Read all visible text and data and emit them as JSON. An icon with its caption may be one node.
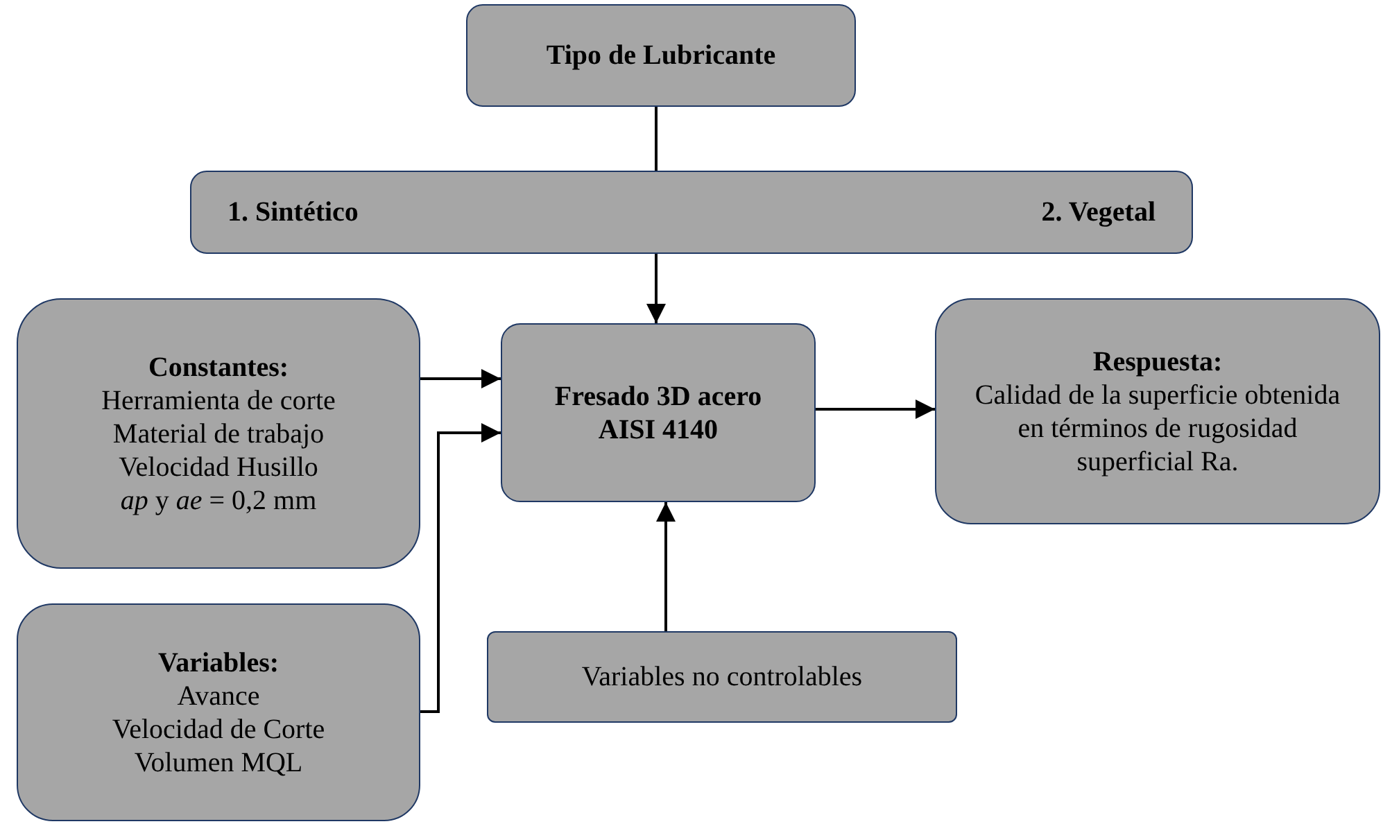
{
  "diagram": {
    "nodes": [
      {
        "text": [
          "Tipo de Lubricante"
        ]
      },
      {
        "text": [
          "1. Sintético",
          "2. Vegetal"
        ]
      },
      {
        "text": [
          "Constantes:",
          "Herramienta de corte",
          "Material de trabajo",
          "Velocidad Husillo",
          "*ap* y *ae* = 0,2 mm"
        ]
      },
      {
        "text": [
          "Fresado 3D acero AISI 4140"
        ]
      },
      {
        "text": [
          "Respuesta:",
          "Calidad de la superficie obtenida en términos de rugosidad superficial Ra."
        ]
      },
      {
        "text": [
          "Variables:",
          "Avance",
          "Velocidad de Corte",
          "Volumen MQL"
        ]
      },
      {
        "text": [
          "Variables no controlables"
        ]
      }
    ],
    "edges": [
      {
        "from": 0,
        "to": 1,
        "arrow": "none"
      },
      {
        "from": 1,
        "to": 3,
        "arrow": "to"
      },
      {
        "from": 2,
        "to": 3,
        "arrow": "to"
      },
      {
        "from": 5,
        "to": 3,
        "arrow": "to"
      },
      {
        "from": 6,
        "to": 3,
        "arrow": "to"
      },
      {
        "from": 3,
        "to": 4,
        "arrow": "to"
      }
    ]
  }
}
